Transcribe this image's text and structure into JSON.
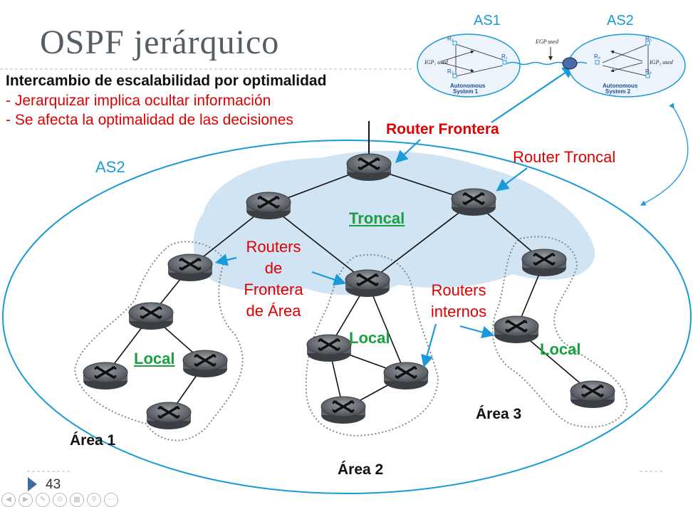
{
  "slide": {
    "title": "OSPF jerárquico",
    "subtitle": "Intercambio de escalabilidad por optimalidad",
    "bullets": [
      "- Jerarquizar implica ocultar información",
      "- Se afecta la optimalidad de las decisiones"
    ],
    "page_number": "43"
  },
  "inset": {
    "as1_label": "AS1",
    "as2_label": "AS2",
    "egp_label": "EGP used",
    "igp1_label": "IGP₁ used",
    "igp2_label": "IGP₂ used",
    "system1": [
      "Autonomous",
      "System 1"
    ],
    "system2": [
      "Autonomous",
      "System 2"
    ],
    "r1": "R₁",
    "r2": "R₂",
    "r3": "R₃",
    "r4": "R₄",
    "r5": "R₅",
    "r6": "R₆"
  },
  "diagram": {
    "as2_label": "AS2",
    "router_frontera": "Router Frontera",
    "router_troncal": "Router Troncal",
    "troncal": "Troncal",
    "routers_frontera_area": [
      "Routers",
      "de",
      "Frontera",
      "de Área"
    ],
    "routers_internos": [
      "Routers",
      "internos"
    ],
    "local_1": "Local",
    "local_2": "Local",
    "local_3": "Local",
    "area_1": "Área 1",
    "area_2": "Área 2",
    "area_3": "Área 3"
  },
  "colors": {
    "blue": "#1a9ad6",
    "red": "#e00000",
    "green": "#1aa040",
    "title_gray": "#555d66",
    "backbone_fill": "#c9dff2"
  },
  "icons": [
    "router-icon",
    "play-triangle-icon",
    "arrow-icon"
  ]
}
